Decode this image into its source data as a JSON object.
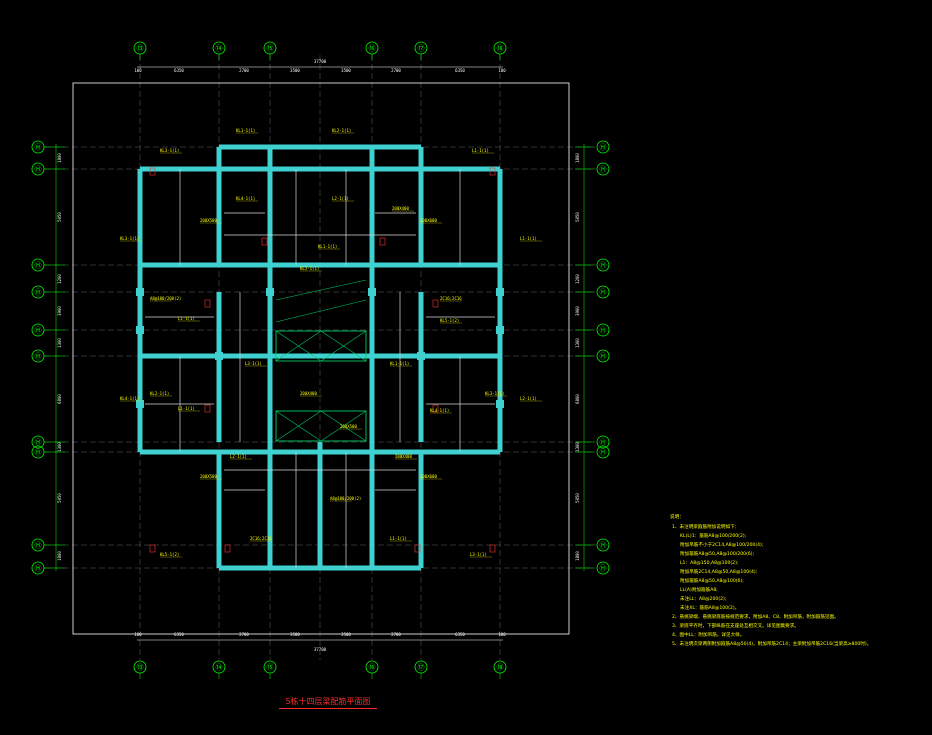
{
  "drawing_title": "5栋十四层梁配筋平面图",
  "dimensions": {
    "overall": "37700",
    "top_spans": [
      "100",
      "6350",
      "2700",
      "3500",
      "3500",
      "2700",
      "6350",
      "100"
    ],
    "side_spans": [
      "1800",
      "5050",
      "1200",
      "3900",
      "1300",
      "6800",
      "1300",
      "5050",
      "1800"
    ]
  },
  "axis_labels": {
    "columns": [
      "⑬",
      "⑭",
      "⑮",
      "⑯",
      "⑰",
      "⑱"
    ],
    "rows": [
      "Ⓗ",
      "Ⓗ",
      "Ⓗ",
      "Ⓗ",
      "Ⓗ",
      "Ⓗ",
      "Ⓗ",
      "Ⓗ",
      "Ⓗ",
      "Ⓗ"
    ]
  },
  "beam_labels": [
    "KL1-1(1)",
    "KL2-1(1)",
    "KL3-1(1)",
    "L1-1(1)",
    "KL4-1(1)",
    "L2-1(1)",
    "200X400",
    "200X500",
    "200X600",
    "A8@100/200(2)",
    "2C16;2C16",
    "L1-1(1)",
    "KL5-1(2)",
    "L3-1(1)"
  ],
  "notes_heading": "说明：",
  "notes": [
    "1、未注明梁箍筋附加说明如下：",
    "KL(L)1：箍筋A8@100/200(2);",
    "附加吊筋不小于2C14,A8@100/200(4);",
    "附加箍筋A8@50,A8@100/200(6);",
    "L1：A8@150,A8@100(2);",
    "附加吊筋2C14,A8@50,A8@100(4);",
    "附加箍筋A8@50,A8@100(6);",
    "LL(A)附加箍筋A8;",
    "未注LL：A8@200(2);",
    "未注XL：箍筋A8@100(2)。",
    "2、悬挑梁端、悬挑梁底筋按规范要求，附加A8、C8、附加吊筋，附加箍筋见图。",
    "3、梁底平齐时，下部纵筋在支座处互相交叉。详见图集要求。",
    "4、图中LL：附加吊筋，详见大样。",
    "5、未注明次梁两侧附加箍筋A8@50(4)，附加吊筋2C14；主梁附加吊筋2C16(当梁高≥800时)。"
  ],
  "colors": {
    "background": "#000000",
    "walls": "#3fd0d0",
    "axis": "#00ff00",
    "text": "#ffff00",
    "title": "#ff2a2a",
    "stair": "#00cc66"
  }
}
